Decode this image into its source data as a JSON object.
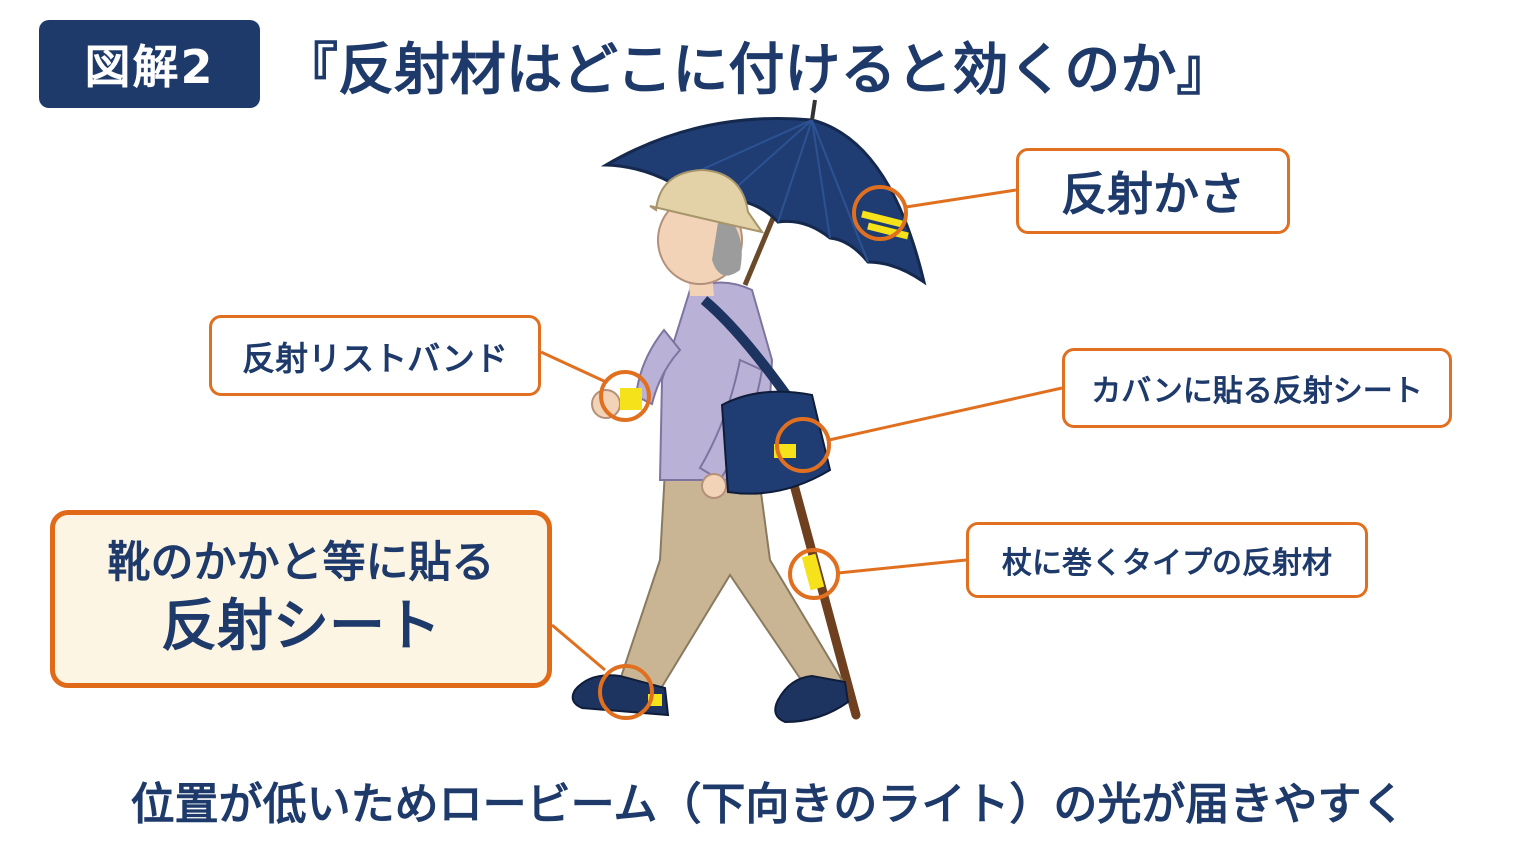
{
  "header": {
    "badge": "図解2",
    "title": "『反射材はどこに付けると効くのか』"
  },
  "callouts": {
    "umbrella": "反射かさ",
    "wristband": "反射リストバンド",
    "bag": "カバンに貼る反射シート",
    "cane": "杖に巻くタイプの反射材",
    "shoe_line1": "靴のかかと等に貼る",
    "shoe_line2": "反射シート"
  },
  "footer": {
    "note": "位置が低いためロービーム（下向きのライト）の光が届きやすく"
  },
  "colors": {
    "navy": "#1e3a6b",
    "accent_orange": "#e07020",
    "reflector_yellow": "#f5e21a",
    "shoe_box_fill": "#fdf5e4"
  }
}
